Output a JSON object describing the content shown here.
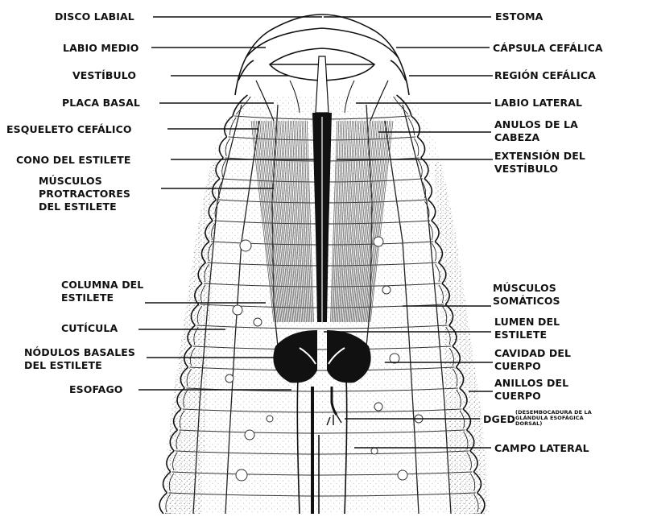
{
  "labels_left": {
    "disco_labial": "DISCO LABIAL",
    "labio_medio": "LABIO MEDIO",
    "vestibulo": "VESTÍBULO",
    "placa_basal": "PLACA BASAL",
    "esqueleto_cefalico": "ESQUELETO CEFÁLICO",
    "cono_estilete": "CONO DEL ESTILETE",
    "musculos_protractores_1": "MÚSCULOS",
    "musculos_protractores_2": "PROTRACTORES",
    "musculos_protractores_3": "DEL ESTILETE",
    "columna_estilete_1": "COLUMNA DEL",
    "columna_estilete_2": "ESTILETE",
    "cuticula": "CUTÍCULA",
    "nodulos_basales_1": "NÓDULOS BASALES",
    "nodulos_basales_2": "DEL ESTILETE",
    "esofago": "ESOFAGO"
  },
  "labels_right": {
    "estoma": "ESTOMA",
    "capsula_cefalica": "CÁPSULA CEFÁLICA",
    "region_cefalica": "REGIÓN CEFÁLICA",
    "labio_lateral": "LABIO LATERAL",
    "anulos_cabeza_1": "ANULOS DE LA",
    "anulos_cabeza_2": "CABEZA",
    "extension_vestibulo_1": "EXTENSIÓN DEL",
    "extension_vestibulo_2": "VESTÍBULO",
    "musculos_somaticos_1": "MÚSCULOS",
    "musculos_somaticos_2": "SOMÁTICOS",
    "lumen_estilete_1": "LUMEN DEL",
    "lumen_estilete_2": "ESTILETE",
    "cavidad_cuerpo_1": "CAVIDAD DEL",
    "cavidad_cuerpo_2": "CUERPO",
    "anillos_cuerpo_1": "ANILLOS DEL",
    "anillos_cuerpo_2": "CUERPO",
    "dged": "DGED",
    "dged_note_1": "(DESEMBOCADURA DE LA",
    "dged_note_2": "GLÁNDULA ESOFÁGICA",
    "dged_note_3": "DORSAL)",
    "campo_lateral": "CAMPO LATERAL"
  },
  "colors": {
    "ink": "#111111",
    "stipple": "#9a9a9a",
    "background": "#ffffff"
  }
}
